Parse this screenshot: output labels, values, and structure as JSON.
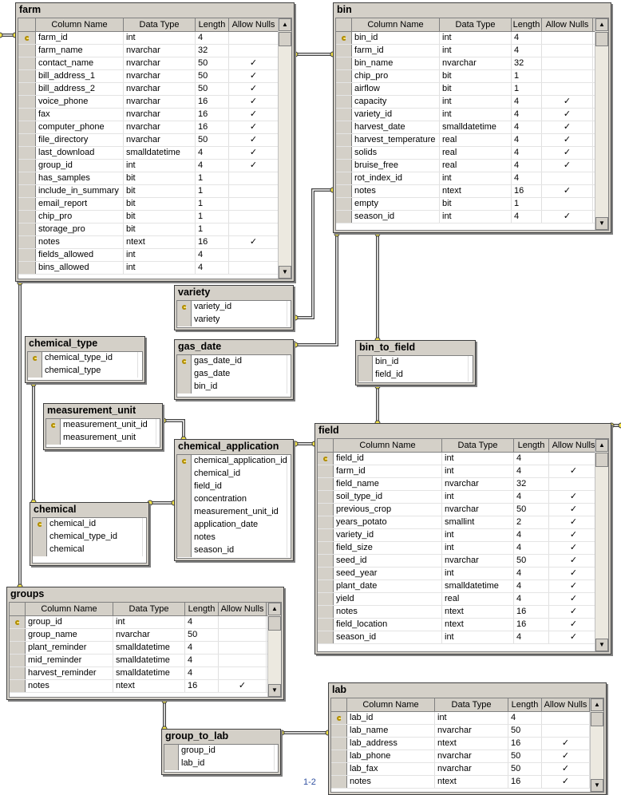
{
  "headers": {
    "column_name": "Column Name",
    "data_type": "Data Type",
    "length": "Length",
    "allow_nulls": "Allow Nulls"
  },
  "page_number": "1-2",
  "tables": {
    "farm": {
      "title": "farm",
      "rows": [
        {
          "name": "farm_id",
          "type": "int",
          "len": "4",
          "nulls": "",
          "pk": true
        },
        {
          "name": "farm_name",
          "type": "nvarchar",
          "len": "32",
          "nulls": ""
        },
        {
          "name": "contact_name",
          "type": "nvarchar",
          "len": "50",
          "nulls": "✓"
        },
        {
          "name": "bill_address_1",
          "type": "nvarchar",
          "len": "50",
          "nulls": "✓"
        },
        {
          "name": "bill_address_2",
          "type": "nvarchar",
          "len": "50",
          "nulls": "✓"
        },
        {
          "name": "voice_phone",
          "type": "nvarchar",
          "len": "16",
          "nulls": "✓"
        },
        {
          "name": "fax",
          "type": "nvarchar",
          "len": "16",
          "nulls": "✓"
        },
        {
          "name": "computer_phone",
          "type": "nvarchar",
          "len": "16",
          "nulls": "✓"
        },
        {
          "name": "file_directory",
          "type": "nvarchar",
          "len": "50",
          "nulls": "✓"
        },
        {
          "name": "last_download",
          "type": "smalldatetime",
          "len": "4",
          "nulls": "✓"
        },
        {
          "name": "group_id",
          "type": "int",
          "len": "4",
          "nulls": "✓"
        },
        {
          "name": "has_samples",
          "type": "bit",
          "len": "1",
          "nulls": ""
        },
        {
          "name": "include_in_summary",
          "type": "bit",
          "len": "1",
          "nulls": ""
        },
        {
          "name": "email_report",
          "type": "bit",
          "len": "1",
          "nulls": ""
        },
        {
          "name": "chip_pro",
          "type": "bit",
          "len": "1",
          "nulls": ""
        },
        {
          "name": "storage_pro",
          "type": "bit",
          "len": "1",
          "nulls": ""
        },
        {
          "name": "notes",
          "type": "ntext",
          "len": "16",
          "nulls": "✓"
        },
        {
          "name": "fields_allowed",
          "type": "int",
          "len": "4",
          "nulls": ""
        },
        {
          "name": "bins_allowed",
          "type": "int",
          "len": "4",
          "nulls": ""
        }
      ]
    },
    "bin": {
      "title": "bin",
      "rows": [
        {
          "name": "bin_id",
          "type": "int",
          "len": "4",
          "nulls": "",
          "pk": true
        },
        {
          "name": "farm_id",
          "type": "int",
          "len": "4",
          "nulls": ""
        },
        {
          "name": "bin_name",
          "type": "nvarchar",
          "len": "32",
          "nulls": ""
        },
        {
          "name": "chip_pro",
          "type": "bit",
          "len": "1",
          "nulls": ""
        },
        {
          "name": "airflow",
          "type": "bit",
          "len": "1",
          "nulls": ""
        },
        {
          "name": "capacity",
          "type": "int",
          "len": "4",
          "nulls": "✓"
        },
        {
          "name": "variety_id",
          "type": "int",
          "len": "4",
          "nulls": "✓"
        },
        {
          "name": "harvest_date",
          "type": "smalldatetime",
          "len": "4",
          "nulls": "✓"
        },
        {
          "name": "harvest_temperature",
          "type": "real",
          "len": "4",
          "nulls": "✓"
        },
        {
          "name": "solids",
          "type": "real",
          "len": "4",
          "nulls": "✓"
        },
        {
          "name": "bruise_free",
          "type": "real",
          "len": "4",
          "nulls": "✓"
        },
        {
          "name": "rot_index_id",
          "type": "int",
          "len": "4",
          "nulls": ""
        },
        {
          "name": "notes",
          "type": "ntext",
          "len": "16",
          "nulls": "✓"
        },
        {
          "name": "empty",
          "type": "bit",
          "len": "1",
          "nulls": ""
        },
        {
          "name": "season_id",
          "type": "int",
          "len": "4",
          "nulls": "✓"
        }
      ]
    },
    "field": {
      "title": "field",
      "rows": [
        {
          "name": "field_id",
          "type": "int",
          "len": "4",
          "nulls": "",
          "pk": true
        },
        {
          "name": "farm_id",
          "type": "int",
          "len": "4",
          "nulls": "✓"
        },
        {
          "name": "field_name",
          "type": "nvarchar",
          "len": "32",
          "nulls": ""
        },
        {
          "name": "soil_type_id",
          "type": "int",
          "len": "4",
          "nulls": "✓"
        },
        {
          "name": "previous_crop",
          "type": "nvarchar",
          "len": "50",
          "nulls": "✓"
        },
        {
          "name": "years_potato",
          "type": "smallint",
          "len": "2",
          "nulls": "✓"
        },
        {
          "name": "variety_id",
          "type": "int",
          "len": "4",
          "nulls": "✓"
        },
        {
          "name": "field_size",
          "type": "int",
          "len": "4",
          "nulls": "✓"
        },
        {
          "name": "seed_id",
          "type": "nvarchar",
          "len": "50",
          "nulls": "✓"
        },
        {
          "name": "seed_year",
          "type": "int",
          "len": "4",
          "nulls": "✓"
        },
        {
          "name": "plant_date",
          "type": "smalldatetime",
          "len": "4",
          "nulls": "✓"
        },
        {
          "name": "yield",
          "type": "real",
          "len": "4",
          "nulls": "✓"
        },
        {
          "name": "notes",
          "type": "ntext",
          "len": "16",
          "nulls": "✓"
        },
        {
          "name": "field_location",
          "type": "ntext",
          "len": "16",
          "nulls": "✓"
        },
        {
          "name": "season_id",
          "type": "int",
          "len": "4",
          "nulls": "✓"
        }
      ]
    },
    "groups": {
      "title": "groups",
      "rows": [
        {
          "name": "group_id",
          "type": "int",
          "len": "4",
          "nulls": "",
          "pk": true
        },
        {
          "name": "group_name",
          "type": "nvarchar",
          "len": "50",
          "nulls": ""
        },
        {
          "name": "plant_reminder",
          "type": "smalldatetime",
          "len": "4",
          "nulls": ""
        },
        {
          "name": "mid_reminder",
          "type": "smalldatetime",
          "len": "4",
          "nulls": ""
        },
        {
          "name": "harvest_reminder",
          "type": "smalldatetime",
          "len": "4",
          "nulls": ""
        },
        {
          "name": "notes",
          "type": "ntext",
          "len": "16",
          "nulls": "✓"
        }
      ]
    },
    "lab": {
      "title": "lab",
      "rows": [
        {
          "name": "lab_id",
          "type": "int",
          "len": "4",
          "nulls": "",
          "pk": true
        },
        {
          "name": "lab_name",
          "type": "nvarchar",
          "len": "50",
          "nulls": ""
        },
        {
          "name": "lab_address",
          "type": "ntext",
          "len": "16",
          "nulls": "✓"
        },
        {
          "name": "lab_phone",
          "type": "nvarchar",
          "len": "50",
          "nulls": "✓"
        },
        {
          "name": "lab_fax",
          "type": "nvarchar",
          "len": "50",
          "nulls": "✓"
        },
        {
          "name": "notes",
          "type": "ntext",
          "len": "16",
          "nulls": "✓"
        }
      ]
    }
  },
  "simple_tables": {
    "variety": {
      "title": "variety",
      "rows": [
        {
          "name": "variety_id",
          "pk": true
        },
        {
          "name": "variety"
        }
      ]
    },
    "chemical_type": {
      "title": "chemical_type",
      "rows": [
        {
          "name": "chemical_type_id",
          "pk": true
        },
        {
          "name": "chemical_type"
        }
      ]
    },
    "gas_date": {
      "title": "gas_date",
      "rows": [
        {
          "name": "gas_date_id",
          "pk": true
        },
        {
          "name": "gas_date"
        },
        {
          "name": "bin_id"
        }
      ]
    },
    "bin_to_field": {
      "title": "bin_to_field",
      "rows": [
        {
          "name": "bin_id"
        },
        {
          "name": "field_id"
        }
      ]
    },
    "measurement_unit": {
      "title": "measurement_unit",
      "rows": [
        {
          "name": "measurement_unit_id",
          "pk": true
        },
        {
          "name": "measurement_unit"
        }
      ]
    },
    "chemical_application": {
      "title": "chemical_application",
      "rows": [
        {
          "name": "chemical_application_id",
          "pk": true
        },
        {
          "name": "chemical_id"
        },
        {
          "name": "field_id"
        },
        {
          "name": "concentration"
        },
        {
          "name": "measurement_unit_id"
        },
        {
          "name": "application_date"
        },
        {
          "name": "notes"
        },
        {
          "name": "season_id"
        }
      ]
    },
    "chemical": {
      "title": "chemical",
      "rows": [
        {
          "name": "chemical_id",
          "pk": true
        },
        {
          "name": "chemical_type_id"
        },
        {
          "name": "chemical"
        }
      ]
    },
    "group_to_lab": {
      "title": "group_to_lab",
      "rows": [
        {
          "name": "group_id"
        },
        {
          "name": "lab_id"
        }
      ]
    }
  }
}
